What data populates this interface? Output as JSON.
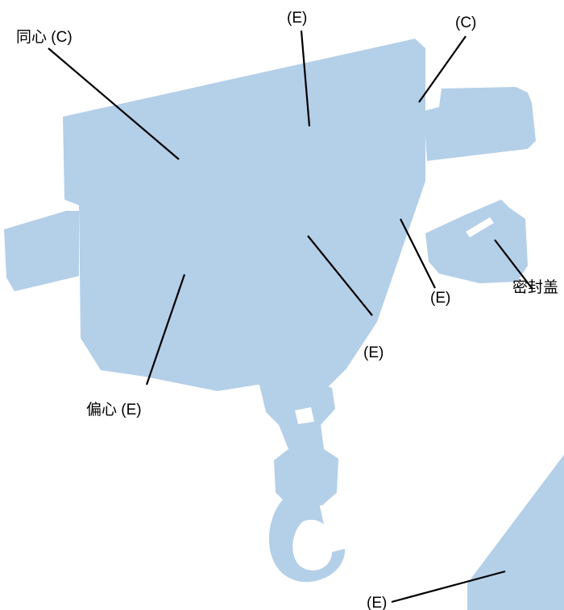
{
  "colors": {
    "silhouette": "#b4cfe8",
    "leader": "#000000",
    "text": "#000000"
  },
  "labels": {
    "concentric_left": "同心 (C)",
    "e_top": "(E)",
    "c_top_right": "(C)",
    "seal_cover": "密封盖",
    "e_right": "(E)",
    "e_center": "(E)",
    "eccentric": "偏心 (E)",
    "e_bottom": "(E)"
  }
}
